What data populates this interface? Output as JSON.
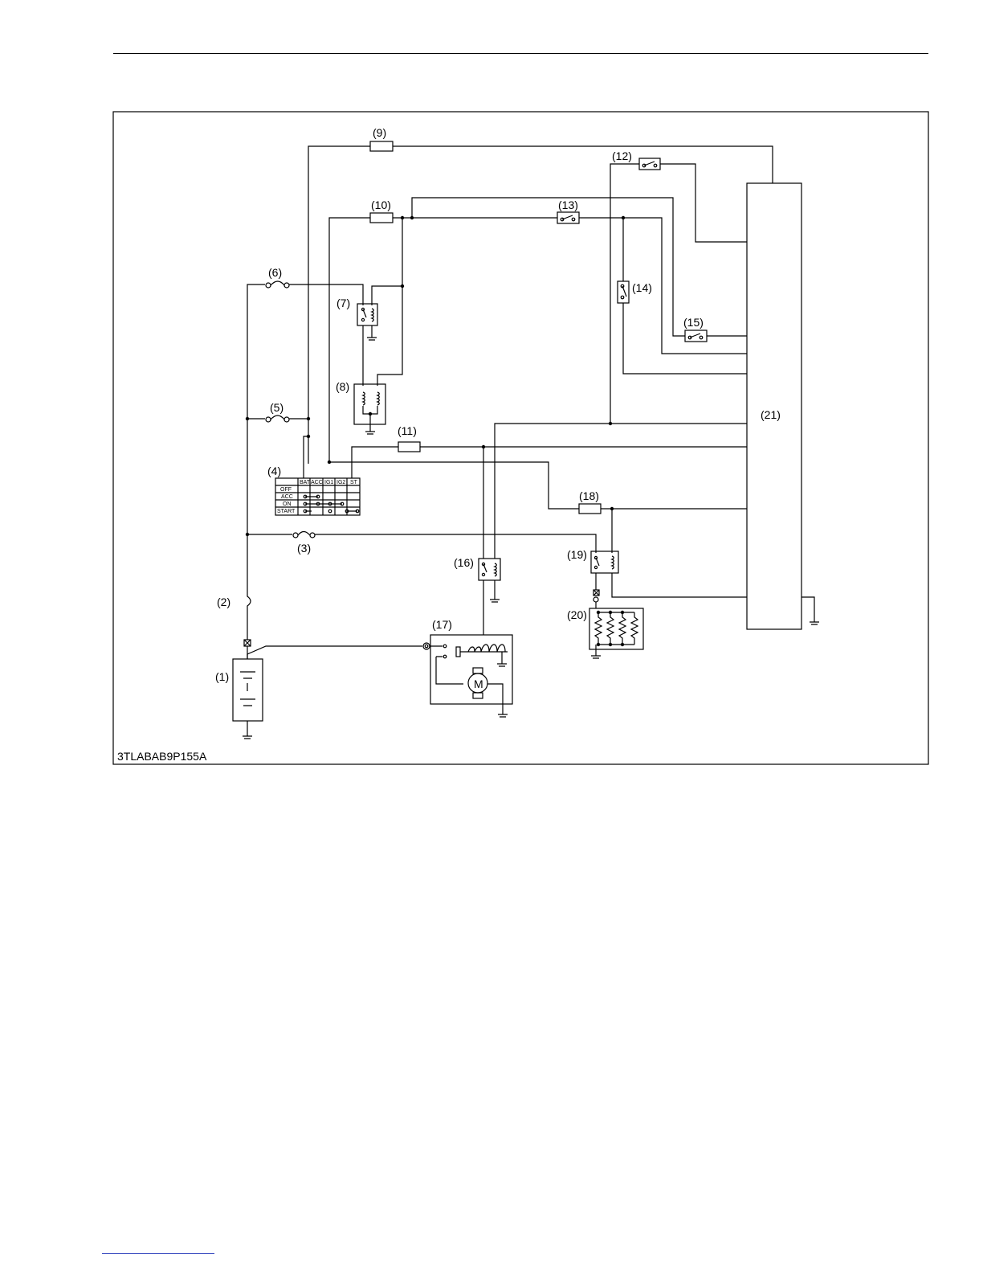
{
  "figure": {
    "code": "3TLABAB9P155A",
    "labels": {
      "c1": "(1)",
      "c2": "(2)",
      "c3": "(3)",
      "c4": "(4)",
      "c5": "(5)",
      "c6": "(6)",
      "c7": "(7)",
      "c8": "(8)",
      "c9": "(9)",
      "c10": "(10)",
      "c11": "(11)",
      "c12": "(12)",
      "c13": "(13)",
      "c14": "(14)",
      "c15": "(15)",
      "c16": "(16)",
      "c17": "(17)",
      "c18": "(18)",
      "c19": "(19)",
      "c20": "(20)",
      "c21": "(21)"
    },
    "key_switch": {
      "columns": [
        "BAT",
        "ACC",
        "IG1",
        "IG2",
        "ST"
      ],
      "rows": [
        "OFF",
        "ACC",
        "ON",
        "START"
      ]
    },
    "motor_symbol": "M"
  }
}
